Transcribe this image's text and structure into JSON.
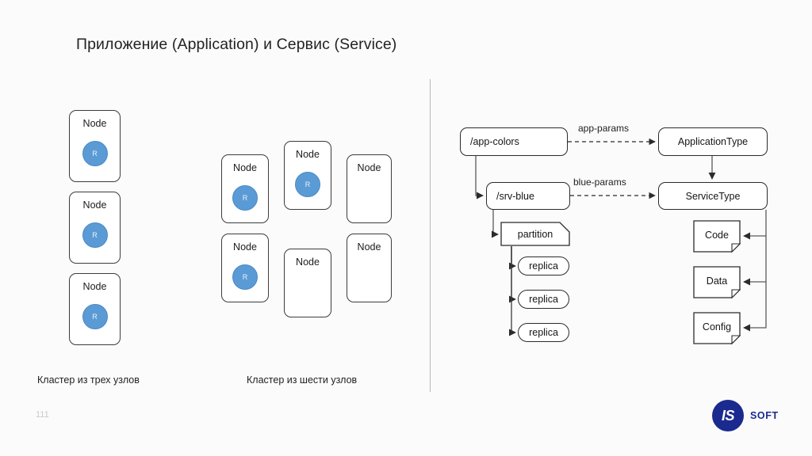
{
  "slide": {
    "title": "Приложение (Application) и Сервис (Service)",
    "page_number": "111",
    "background_color": "#fbfbfb"
  },
  "logo": {
    "mark_text": "IS",
    "word_text": "SOFT",
    "color": "#1b2a8f"
  },
  "left_panel": {
    "cluster_three": {
      "caption": "Кластер из трех узлов",
      "nodes": [
        {
          "label": "Node",
          "has_replica": true,
          "replica_label": "R"
        },
        {
          "label": "Node",
          "has_replica": true,
          "replica_label": "R"
        },
        {
          "label": "Node",
          "has_replica": true,
          "replica_label": "R"
        }
      ]
    },
    "cluster_six": {
      "caption": "Кластер из шести узлов",
      "nodes": [
        {
          "label": "Node",
          "has_replica": true,
          "replica_label": "R"
        },
        {
          "label": "Node",
          "has_replica": true,
          "replica_label": "R"
        },
        {
          "label": "Node",
          "has_replica": false,
          "replica_label": ""
        },
        {
          "label": "Node",
          "has_replica": true,
          "replica_label": "R"
        },
        {
          "label": "Node",
          "has_replica": false,
          "replica_label": ""
        },
        {
          "label": "Node",
          "has_replica": false,
          "replica_label": ""
        }
      ]
    },
    "node_circle_color": "#5b9bd5"
  },
  "right_panel": {
    "boxes": {
      "app_colors": "/app-colors",
      "srv_blue": "/srv-blue",
      "application_type": "ApplicationType",
      "service_type": "ServiceType",
      "partition": "partition",
      "replica_1": "replica",
      "replica_2": "replica",
      "replica_3": "replica",
      "code": "Code",
      "data": "Data",
      "config": "Config"
    },
    "edge_labels": {
      "app_params": "app-params",
      "blue_params": "blue-params"
    }
  }
}
